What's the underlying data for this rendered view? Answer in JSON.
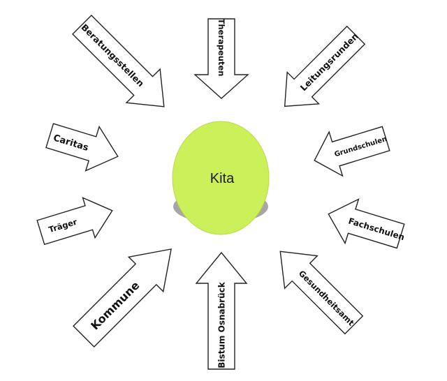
{
  "center": {
    "label": "Kita",
    "fill_color": "#ccf05a",
    "shadow_color": "#a6a6a6"
  },
  "arrows": [
    {
      "id": "beratungsstellen",
      "label": "Beratungsstellen"
    },
    {
      "id": "therapeuten",
      "label": "Therapeuten"
    },
    {
      "id": "leitungsrunden",
      "label": "Leitungsrunden"
    },
    {
      "id": "caritas",
      "label": "Caritas"
    },
    {
      "id": "grundschulen",
      "label": "Grundschulen"
    },
    {
      "id": "traeger",
      "label": "Träger"
    },
    {
      "id": "fachschulen",
      "label": "Fachschulen"
    },
    {
      "id": "kommune",
      "label": "Kommune"
    },
    {
      "id": "bistum",
      "label": "Bistum Osnabrück"
    },
    {
      "id": "gesundheitsamt",
      "label": "Gesundheitsamt"
    }
  ]
}
